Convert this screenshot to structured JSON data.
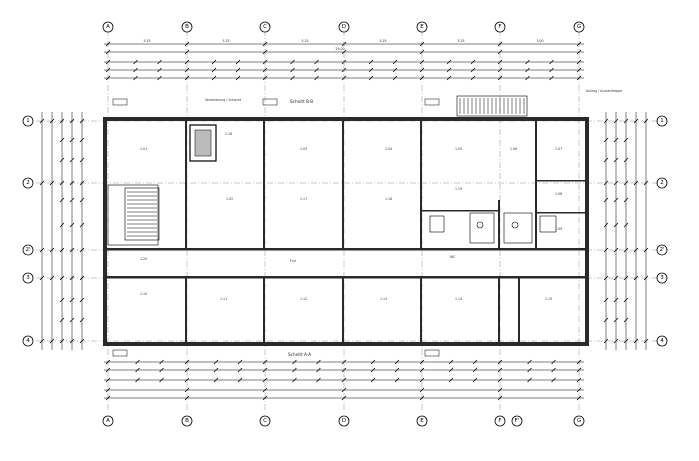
{
  "grid_columns": [
    "A",
    "B",
    "C",
    "D",
    "E",
    "F",
    "G"
  ],
  "grid_rows": [
    "1",
    "2",
    "2'",
    "3",
    "4"
  ],
  "column_labels_bottom": [
    "A",
    "B",
    "C",
    "D",
    "E",
    "F",
    "F'",
    "G"
  ],
  "annotations": {
    "section_top": "Schnitt B-B",
    "section_bottom": "Schnitt A-A",
    "stair_note": "Verankerung / Schacht",
    "top_right_note": "Aufzug / Aussentreppe",
    "room_label_a": "Flur",
    "room_label_b": "WC"
  },
  "room_codes": [
    "1.01",
    "1.02",
    "1.03",
    "1.04",
    "1.05",
    "1.06",
    "1.07",
    "1.08",
    "1.09",
    "1.10",
    "1.11",
    "1.12",
    "1.13",
    "1.14",
    "1.15",
    "1.16",
    "1.17",
    "1.18",
    "1.19",
    "1.20"
  ],
  "dimension_texts": {
    "overall": "29.00",
    "bays": [
      "5.25",
      "5.25",
      "5.25",
      "5.25",
      "5.25",
      "3.00"
    ]
  }
}
